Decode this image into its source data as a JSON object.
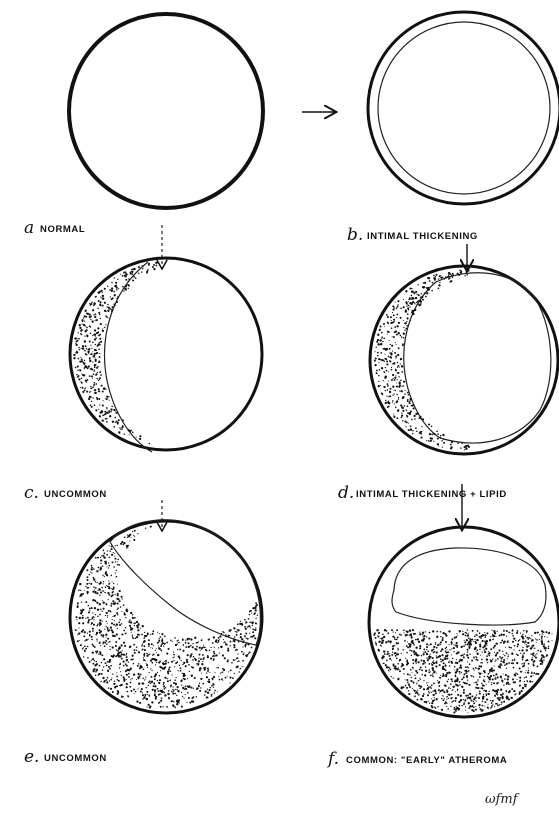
{
  "panels": {
    "a": {
      "letter": "a",
      "text": "NORMAL"
    },
    "b": {
      "letter": "b.",
      "text": "INTIMAL THICKENING"
    },
    "c": {
      "letter": "c.",
      "text": "UNCOMMON"
    },
    "d": {
      "letter": "d.",
      "text": "INTIMAL THICKENING + LIPID"
    },
    "e": {
      "letter": "e.",
      "text": "UNCOMMON"
    },
    "f": {
      "letter": "f.",
      "text": "COMMON: \"EARLY\" ATHEROMA"
    }
  },
  "signature": "ωfmf"
}
